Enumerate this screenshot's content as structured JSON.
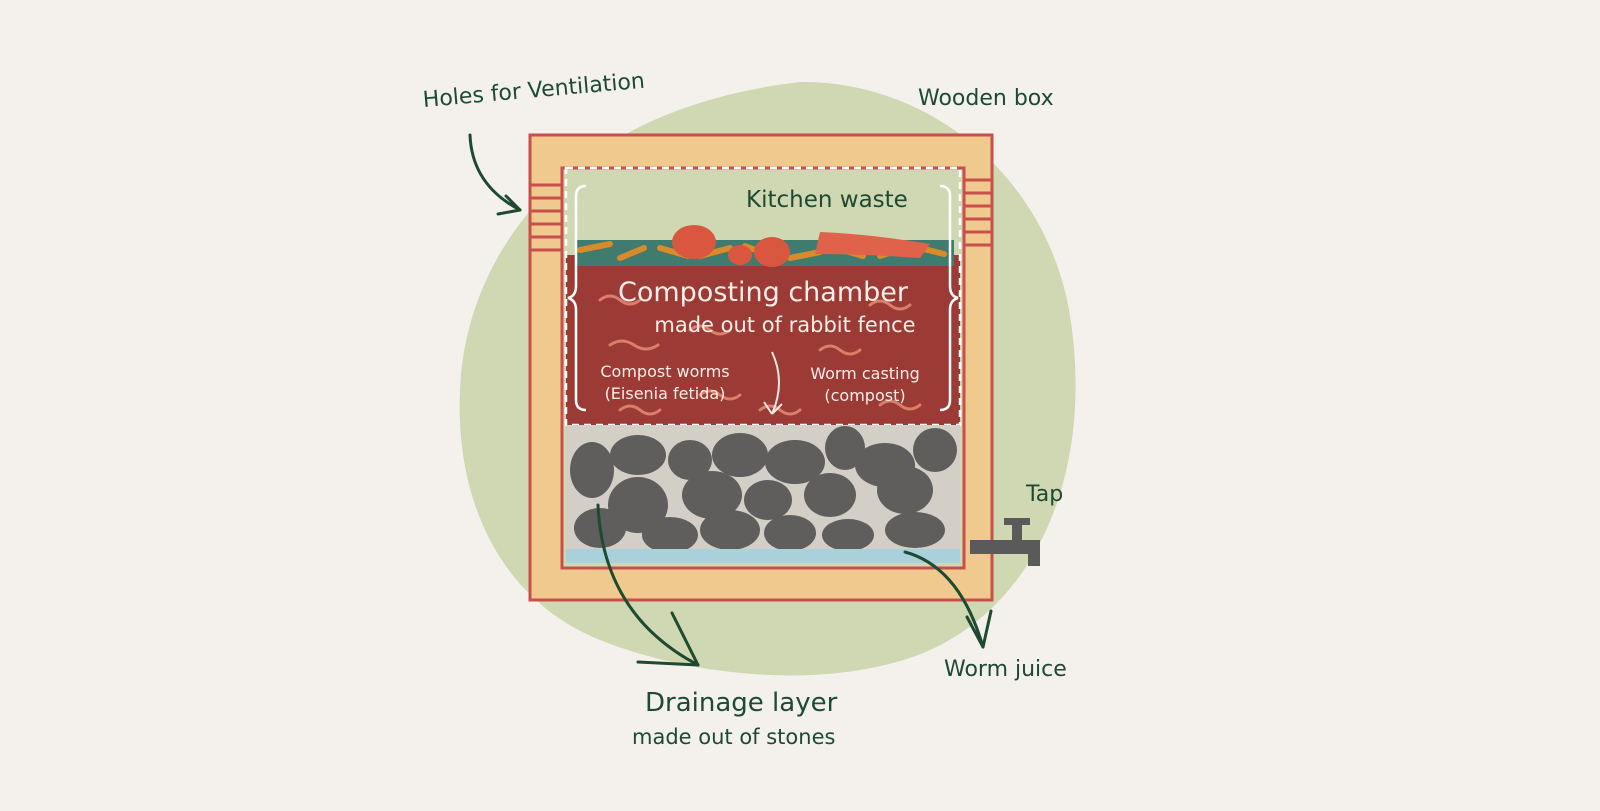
{
  "labels": {
    "holes": "Holes for Ventilation",
    "wooden_box": "Wooden box",
    "kitchen_waste": "Kitchen waste",
    "chamber_title": "Composting chamber",
    "chamber_sub": "made out of rabbit fence",
    "worms_line1": "Compost worms",
    "worms_line2": "(Eisenia fetida)",
    "casting_line1": "Worm casting",
    "casting_line2": "(compost)",
    "tap": "Tap",
    "worm_juice": "Worm juice",
    "drainage_title": "Drainage layer",
    "drainage_sub": "made out of stones"
  },
  "colors": {
    "background": "#f4f1ec",
    "blob": "#cfd7b3",
    "wood": "#f0c98e",
    "wood_outline": "#c9504a",
    "soil": "#9c3a35",
    "stones": "#4b4b4b",
    "liquid": "#a9d1dc",
    "label_text": "#1e4a30",
    "inner_text": "#fbeee8"
  }
}
